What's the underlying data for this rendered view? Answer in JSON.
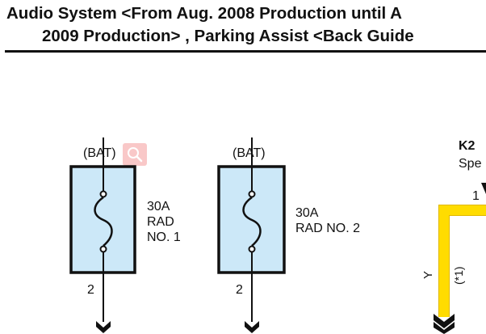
{
  "header": {
    "title_line1": "Audio System <From Aug. 2008 Production until A",
    "title_line2": "2009 Production> , Parking Assist <Back Guide"
  },
  "fuses": [
    {
      "source": "(BAT)",
      "rating": "30A",
      "name_line1": "RAD",
      "name_line2": "NO. 1",
      "pin": "2"
    },
    {
      "source": "(BAT)",
      "rating": "30A",
      "name_line1": "RAD NO. 2",
      "name_line2": "",
      "pin": "2"
    }
  ],
  "connector": {
    "code": "K2",
    "name": "Spe",
    "pin": "1",
    "wire_color_label": "Y",
    "note": "(*1)"
  },
  "colors": {
    "fuse_fill": "#cce8f8",
    "outline": "#111111",
    "wire_yellow": "#ffdc00",
    "zoom_badge": "#f7b6b6"
  },
  "icons": {
    "zoom": "magnifier-icon",
    "fuse": "fuse-symbol-icon",
    "arrow": "down-arrow-icon"
  }
}
